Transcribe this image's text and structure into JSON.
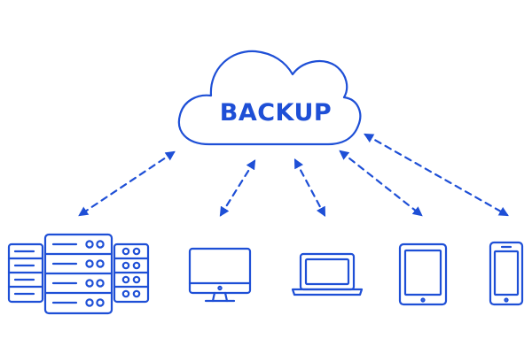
{
  "cloud": {
    "label": "BACKUP",
    "icon": "cloud-icon"
  },
  "colors": {
    "line": "#1e4fd6",
    "text": "#1e4fd6",
    "background": "#ffffff"
  },
  "devices": [
    {
      "name": "server-rack",
      "icon": "server-rack-icon"
    },
    {
      "name": "desktop-monitor",
      "icon": "desktop-monitor-icon"
    },
    {
      "name": "laptop",
      "icon": "laptop-icon"
    },
    {
      "name": "tablet",
      "icon": "tablet-icon"
    },
    {
      "name": "smartphone",
      "icon": "smartphone-icon"
    }
  ],
  "connections": {
    "style": "dashed",
    "direction": "bidirectional",
    "count": 5
  }
}
